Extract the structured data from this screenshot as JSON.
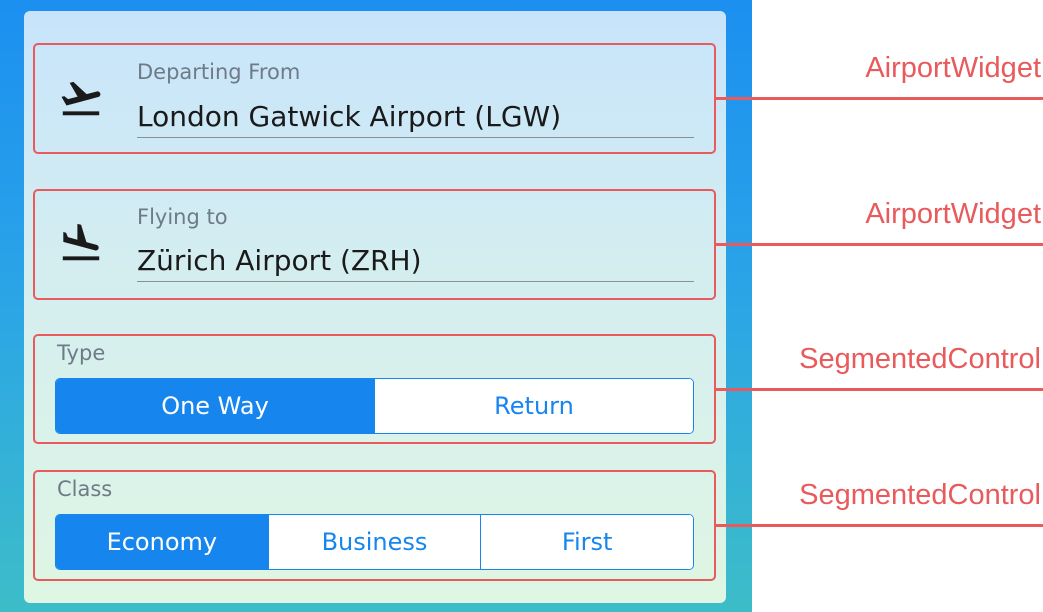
{
  "form": {
    "departing": {
      "label": "Departing From",
      "value": "London Gatwick Airport (LGW)",
      "icon": "flight-takeoff-icon"
    },
    "flying": {
      "label": "Flying to",
      "value": "Zürich Airport (ZRH)",
      "icon": "flight-land-icon"
    },
    "type": {
      "label": "Type",
      "options": [
        "One Way",
        "Return"
      ],
      "selected": "One Way"
    },
    "class": {
      "label": "Class",
      "options": [
        "Economy",
        "Business",
        "First"
      ],
      "selected": "Economy"
    }
  },
  "annotations": [
    "AirportWidget",
    "AirportWidget",
    "SegmentedControl",
    "SegmentedControl"
  ],
  "colors": {
    "accent": "#1686ee",
    "annotation": "#e85a5c"
  }
}
